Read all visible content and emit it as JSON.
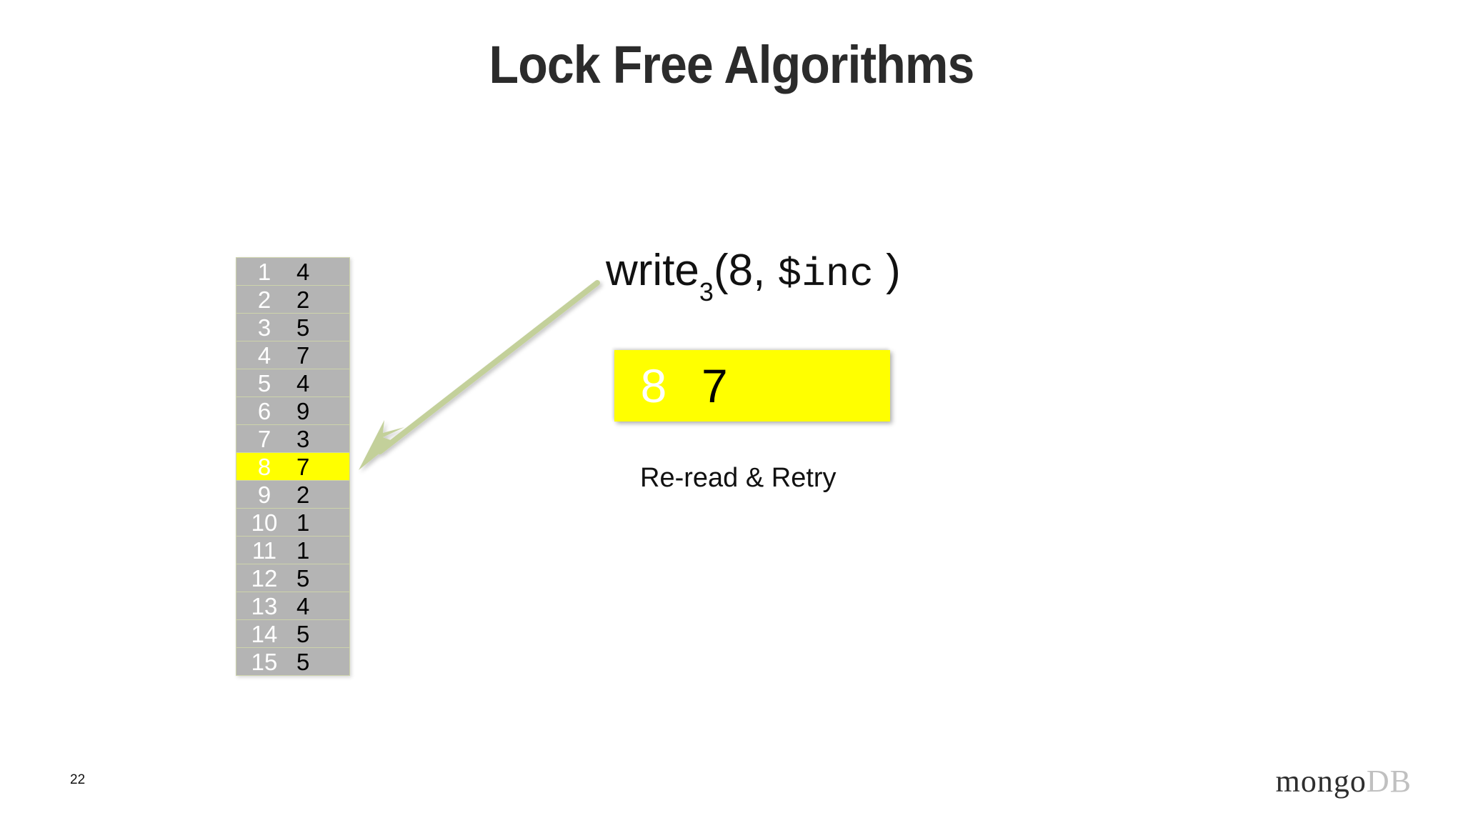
{
  "slide": {
    "title": "Lock Free Algorithms",
    "page_number": "22",
    "background_color": "#ffffff"
  },
  "brand": {
    "primary_text": "mongo",
    "secondary_text": "DB",
    "primary_color": "#2e2e2e",
    "secondary_color": "#c0c0c0"
  },
  "memory_table": {
    "name": "memory-cells",
    "cell_color": "#b4b4b4",
    "border_color": "#cdd3ab",
    "highlight_color": "#ffff00",
    "index_text_color": "#ffffff",
    "value_text_color": "#000000",
    "highlighted_index": "8",
    "rows": [
      {
        "index": "1",
        "value": "4",
        "highlighted": false
      },
      {
        "index": "2",
        "value": "2",
        "highlighted": false
      },
      {
        "index": "3",
        "value": "5",
        "highlighted": false
      },
      {
        "index": "4",
        "value": "7",
        "highlighted": false
      },
      {
        "index": "5",
        "value": "4",
        "highlighted": false
      },
      {
        "index": "6",
        "value": "9",
        "highlighted": false
      },
      {
        "index": "7",
        "value": "3",
        "highlighted": false
      },
      {
        "index": "8",
        "value": "7",
        "highlighted": true
      },
      {
        "index": "9",
        "value": "2",
        "highlighted": false
      },
      {
        "index": "10",
        "value": "1",
        "highlighted": false
      },
      {
        "index": "11",
        "value": "1",
        "highlighted": false
      },
      {
        "index": "12",
        "value": "5",
        "highlighted": false
      },
      {
        "index": "13",
        "value": "4",
        "highlighted": false
      },
      {
        "index": "14",
        "value": "5",
        "highlighted": false
      },
      {
        "index": "15",
        "value": "5",
        "highlighted": false
      }
    ]
  },
  "operation": {
    "name": "write",
    "subscript": "3",
    "open_paren": "(",
    "address": "8",
    "separator": ", ",
    "modifier": "$inc",
    "close_paren": " )"
  },
  "callout": {
    "index": "8",
    "value": "7",
    "background_color": "#ffff00",
    "index_color": "#ffffff",
    "value_color": "#000000"
  },
  "caption": {
    "text": "Re-read & Retry"
  },
  "arrow": {
    "color": "#c3d09a",
    "semantic": "points from write operation to highlighted memory cell 8"
  }
}
